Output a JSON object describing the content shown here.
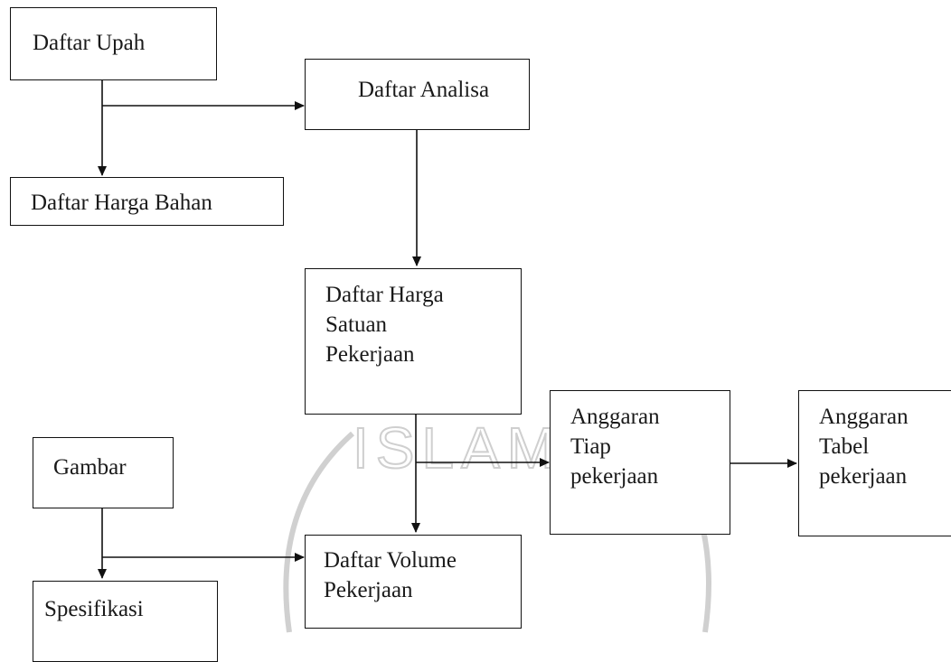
{
  "diagram": {
    "watermark": "ISLAM",
    "nodes": {
      "daftar_upah": {
        "label": "Daftar Upah"
      },
      "daftar_harga_bahan": {
        "label": "Daftar Harga Bahan"
      },
      "daftar_analisa": {
        "label": "Daftar Analisa"
      },
      "daftar_harga_satuan": {
        "lines": [
          "Daftar Harga",
          "Satuan",
          "Pekerjaan"
        ]
      },
      "anggaran_tiap": {
        "lines": [
          "Anggaran",
          "Tiap",
          "pekerjaan"
        ]
      },
      "anggaran_tabel": {
        "lines": [
          "Anggaran",
          "Tabel",
          "pekerjaan"
        ]
      },
      "gambar": {
        "label": "Gambar"
      },
      "spesifikasi": {
        "label": "Spesifikasi"
      },
      "daftar_volume": {
        "lines": [
          "Daftar Volume",
          "Pekerjaan"
        ]
      }
    },
    "colors": {
      "line": "#111111",
      "watermark": "#c9c9c9"
    }
  }
}
